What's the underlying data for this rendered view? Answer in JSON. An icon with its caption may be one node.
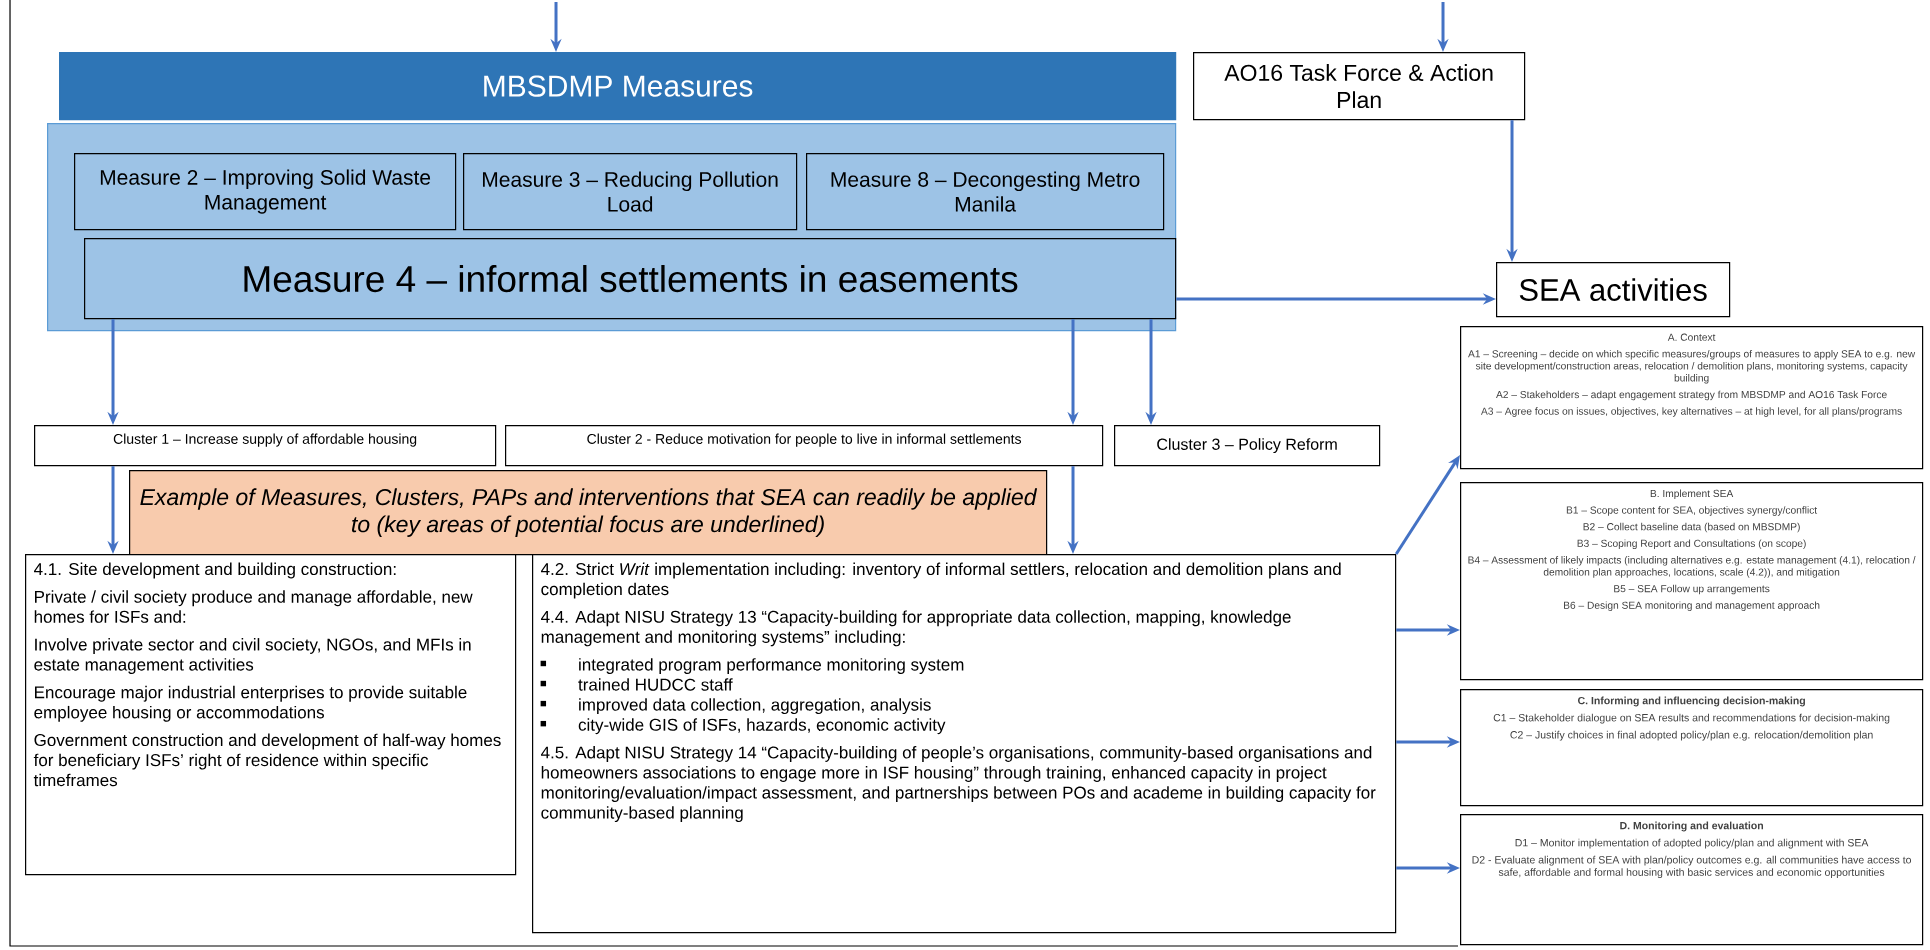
{
  "diagram": {
    "nodes": [
      {
        "text": [
          "MBSDMP Measures"
        ]
      },
      {
        "text": [
          "AO16 Task Force & Action Plan"
        ]
      },
      {
        "text": [],
        "shape": "box"
      },
      {
        "text": [
          "Measure 2 – Improving Solid Waste Management"
        ],
        "in": 2
      },
      {
        "text": [
          "Measure 3 – Reducing Pollution Load"
        ],
        "in": 2
      },
      {
        "text": [
          "Measure 8 – Decongesting Metro Manila"
        ],
        "in": 2
      },
      {
        "text": [
          "Measure 4 – informal settlements in easements"
        ],
        "in": 2
      },
      {
        "text": [
          "SEA activities"
        ]
      },
      {
        "text": [
          "Cluster 1 – Increase supply of affordable housing"
        ]
      },
      {
        "text": [
          "Cluster 2 - Reduce motivation for people to live in informal settlements"
        ]
      },
      {
        "text": [
          "Cluster 3 – Policy Reform"
        ]
      },
      {
        "text": [
          "Example of Measures, Clusters, PAPs and interventions that SEA can readily be applied to (key areas of potential focus are underlined)"
        ]
      },
      {
        "text": [
          "4.1. Site development and building construction:",
          "Private / civil society produce and manage affordable, new homes for ISFs and:",
          "Involve private sector and civil society, NGOs, and MFIs in estate management activities",
          "Encourage major industrial enterprises to provide suitable employee housing or accommodations",
          "Government construction and development of half-way homes for beneficiary ISFs’ right of residence within specific timeframes"
        ]
      },
      {
        "text": [
          "4.2. Strict *Writ* implementation including: inventory of informal settlers, relocation and demolition plans and completion dates",
          "4.4. Adapt NISU Strategy 13 “Capacity-building for appropriate data collection, mapping, knowledge management and monitoring systems” including:",
          "integrated program performance monitoring system",
          "trained HUDCC staff",
          "improved data collection, aggregation, analysis",
          "city-wide GIS of ISFs, hazards, economic activity",
          "4.5. Adapt NISU Strategy 14 “Capacity-building of people’s organisations, community-based organisations and homeowners associations to engage more in ISF housing” through training, enhanced capacity in project monitoring/evaluation/impact assessment, and partnerships between POs and academe in building capacity for community-based planning"
        ]
      },
      {
        "text": [
          "A. Context",
          "A1 – Screening – decide on which specific measures/groups of measures to apply SEA to e.g. new site development/construction areas, relocation / demolition plans, monitoring systems, capacity building",
          "A2 – Stakeholders – adapt engagement strategy from MBSDMP and AO16 Task Force",
          "A3 – Agree focus on issues, objectives, key alternatives – at high level, for all plans/programs"
        ]
      },
      {
        "text": [
          "B. Implement SEA",
          "B1 – Scope content for SEA, objectives synergy/conflict",
          "B2 – Collect baseline data (based on MBSDMP)",
          "B3 – Scoping Report and Consultations (on scope)",
          "B4 – Assessment of likely impacts (including alternatives e.g. estate management (4.1), relocation / demolition plan approaches, locations, scale (4.2)), and mitigation",
          "B5 – SEA Follow up arrangements",
          "B6 – Design SEA monitoring and management approach"
        ]
      },
      {
        "text": [
          "C. Informing and influencing decision-making",
          "C1 – Stakeholder dialogue on SEA results and recommendations for decision-making",
          "C2 – Justify choices in final adopted policy/plan e.g. relocation/demolition plan"
        ]
      },
      {
        "text": [
          "D. Monitoring and evaluation",
          "D1 – Monitor implementation of adopted policy/plan and alignment with SEA",
          "D2 - Evaluate alignment of SEA with plan/policy outcomes e.g. all communities have access to safe, affordable and formal housing with basic services and economic opportunities"
        ]
      }
    ],
    "edges": [
      {
        "from": null,
        "to": 0,
        "arrow": "to"
      },
      {
        "from": null,
        "to": 1,
        "arrow": "to"
      },
      {
        "from": 1,
        "to": 7,
        "arrow": "to"
      },
      {
        "from": 6,
        "to": 7,
        "arrow": "to"
      },
      {
        "from": 6,
        "to": 8,
        "arrow": "to"
      },
      {
        "from": 6,
        "to": 9,
        "arrow": "to"
      },
      {
        "from": 6,
        "to": 10,
        "arrow": "to"
      },
      {
        "from": 8,
        "to": 12,
        "arrow": "to"
      },
      {
        "from": 9,
        "to": 13,
        "arrow": "to"
      },
      {
        "from": 13,
        "to": 14,
        "arrow": "to"
      },
      {
        "from": 13,
        "to": 15,
        "arrow": "to"
      },
      {
        "from": 13,
        "to": 16,
        "arrow": "to"
      },
      {
        "from": 13,
        "to": 17,
        "arrow": "to"
      }
    ]
  }
}
